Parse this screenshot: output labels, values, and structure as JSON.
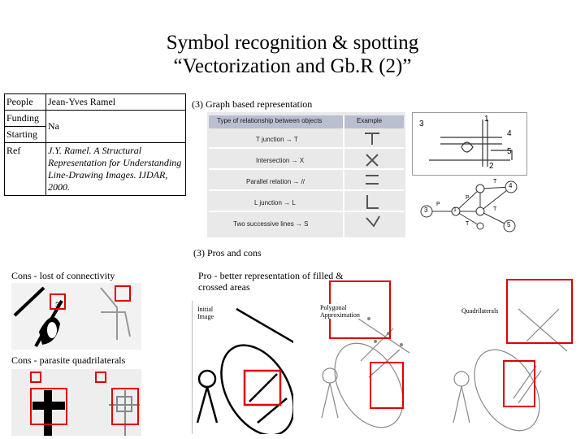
{
  "title": {
    "line1": "Symbol recognition & spotting",
    "line2": "“Vectorization and Gb.R (2)”"
  },
  "info_table": {
    "people_label": "People",
    "people_value": "Jean-Yves Ramel",
    "funding_label": "Funding",
    "starting_label": "Starting",
    "funding_starting_value": "Na",
    "ref_label": "Ref",
    "ref_value": "J.Y. Ramel. A Structural Representation for Understanding Line-Drawing Images. IJDAR, 2000."
  },
  "graph_section": {
    "heading": "(3) Graph based representation",
    "table_headers": [
      "Type of relationship between objects",
      "Example"
    ],
    "table_rows": [
      "T junction → T",
      "Intersection → X",
      "Parallel relation → //",
      "L junction → L",
      "Two successive lines → S"
    ],
    "graph_numbers": [
      "3",
      "1",
      "4",
      "5",
      "2"
    ],
    "node_labels": [
      "3",
      "4",
      "1",
      "5"
    ],
    "edge_labels": [
      "P",
      "T",
      "P",
      "T",
      "T"
    ]
  },
  "pros_cons": {
    "heading": "(3) Pros and cons",
    "cons1": "Cons - lost of connectivity",
    "cons2": "Cons - parasite quadrilaterals",
    "pro": "Pro - better representation of filled & crossed areas",
    "cons1_marker": "3",
    "panel_labels": [
      "Initial Image",
      "Polygonal Approximation",
      "Quadrilaterals"
    ]
  }
}
